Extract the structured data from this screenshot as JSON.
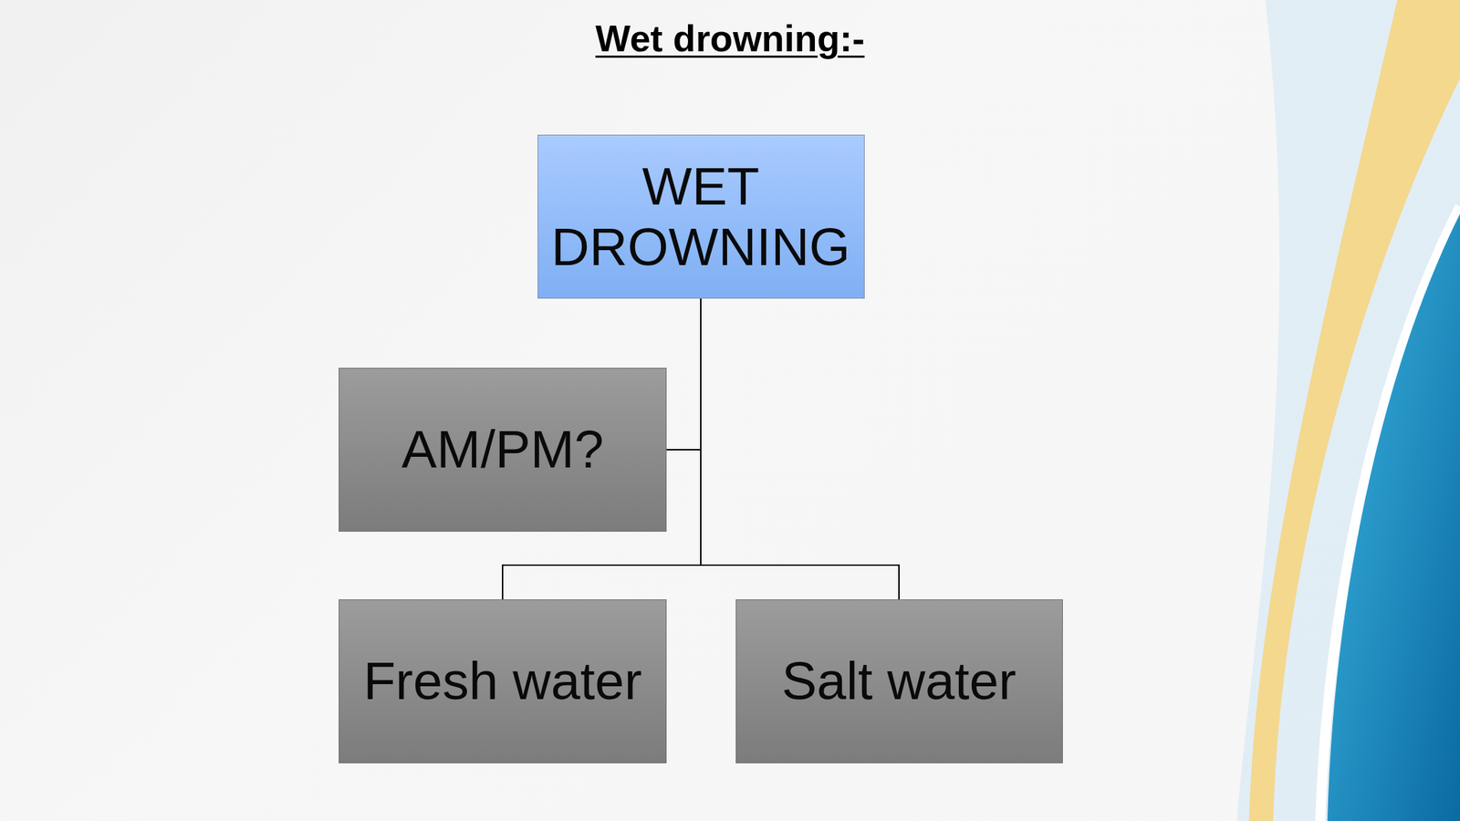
{
  "diagram": {
    "title": "Wet drowning:-",
    "nodes": [
      {
        "text": [
          "WET DROWNING"
        ]
      },
      {
        "text": [
          "AM/PM?"
        ]
      },
      {
        "text": [
          "Fresh water"
        ]
      },
      {
        "text": [
          "Salt water"
        ]
      }
    ],
    "edges": [
      {
        "from": 0,
        "to": 1,
        "arrow": "none"
      },
      {
        "from": 0,
        "to": 2,
        "arrow": "none"
      },
      {
        "from": 0,
        "to": 3,
        "arrow": "none"
      }
    ]
  }
}
